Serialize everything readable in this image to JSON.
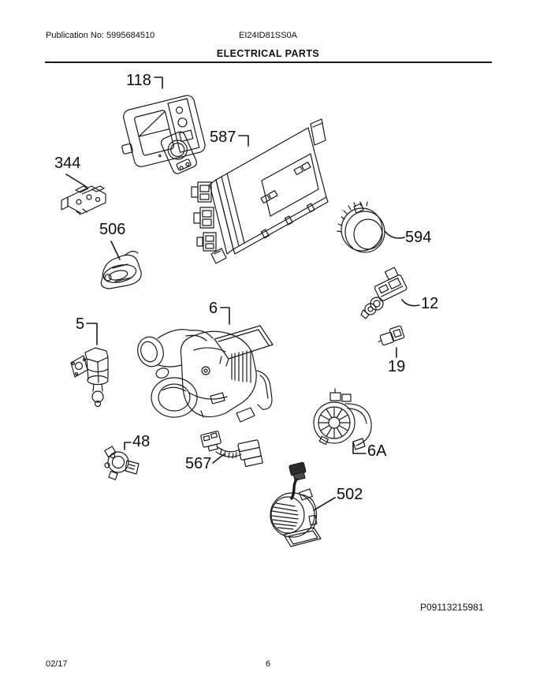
{
  "header": {
    "publication": "Publication No: 5995684510",
    "model": "EI24ID81SS0A",
    "title": "ELECTRICAL PARTS"
  },
  "diagram": {
    "code": "P09113215981",
    "callouts": [
      {
        "id": "118"
      },
      {
        "id": "344"
      },
      {
        "id": "506"
      },
      {
        "id": "587"
      },
      {
        "id": "594"
      },
      {
        "id": "12"
      },
      {
        "id": "19"
      },
      {
        "id": "5"
      },
      {
        "id": "6"
      },
      {
        "id": "48"
      },
      {
        "id": "567"
      },
      {
        "id": "6A"
      },
      {
        "id": "502"
      }
    ]
  },
  "footer": {
    "date": "02/17",
    "page": "6"
  }
}
